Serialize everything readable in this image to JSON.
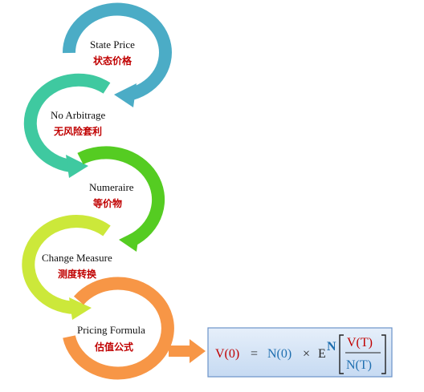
{
  "stages": [
    {
      "en": "State Price",
      "zh": "状态价格",
      "color": "#4bacc6"
    },
    {
      "en": "No Arbitrage",
      "zh": "无风险套利",
      "color": "#3fc9a0"
    },
    {
      "en": "Numeraire",
      "zh": "等价物",
      "color": "#55cc22"
    },
    {
      "en": "Change Measure",
      "zh": "测度转换",
      "color": "#cce83a"
    },
    {
      "en": "Pricing Formula",
      "zh": "估值公式",
      "color": "#f79646"
    }
  ],
  "formula": {
    "lhs": "V(0)",
    "equals": "=",
    "n0": "N(0)",
    "times": "×",
    "expectation": "E",
    "measure": "N",
    "numerator": "V(T)",
    "denominator": "N(T)"
  },
  "colors": {
    "formula_red": "#c00000",
    "formula_blue": "#1f6fb0",
    "box_fill": "#cfe0f5",
    "box_border": "#6b93c9",
    "arrow": "#f79646"
  }
}
